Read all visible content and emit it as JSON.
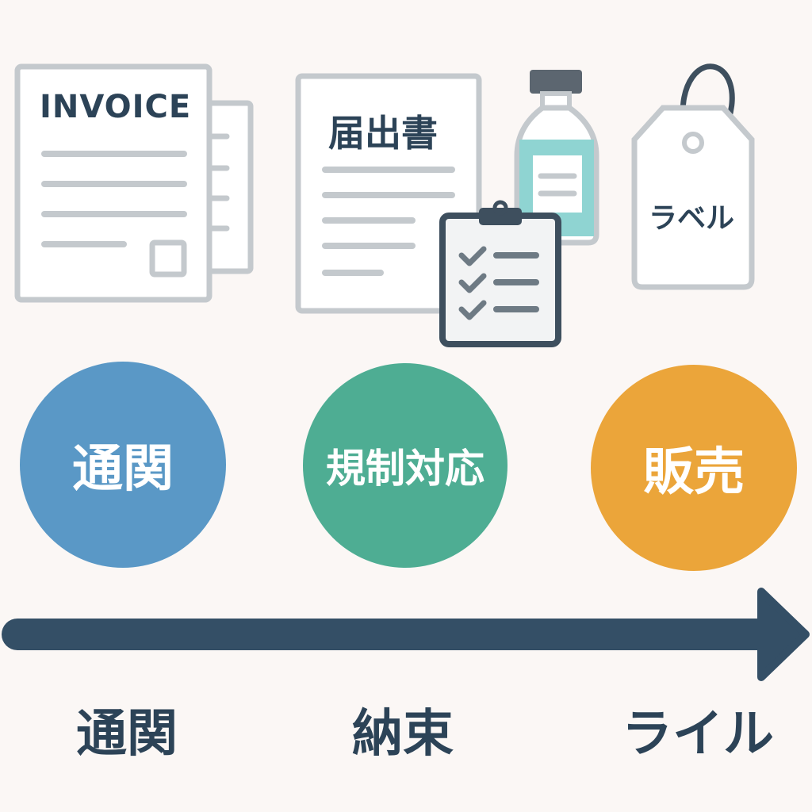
{
  "documents": {
    "invoice_title": "INVOICE",
    "notification_title": "届出書",
    "tag_label": "ラベル"
  },
  "stages": [
    {
      "label": "通関",
      "color": "#5a98c6"
    },
    {
      "label": "規制対応",
      "color": "#4ead93"
    },
    {
      "label": "販売",
      "color": "#eba53a"
    }
  ],
  "timeline": {
    "labels": [
      "通関",
      "納束",
      "ライル"
    ],
    "arrow_color": "#344f66"
  }
}
